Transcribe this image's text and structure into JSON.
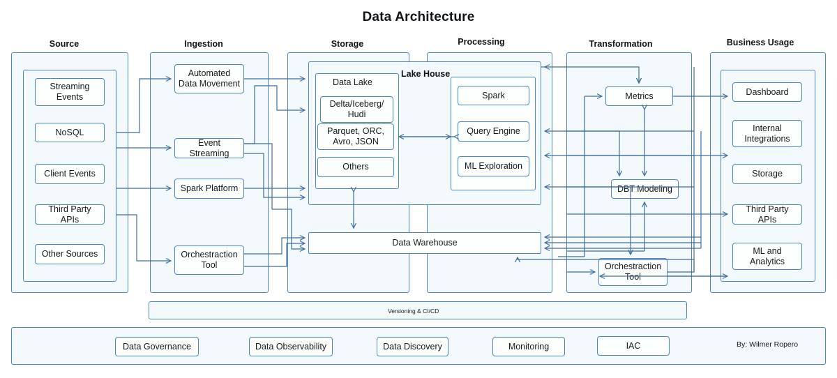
{
  "title": "Data Architecture",
  "credit": "By: Wilmer Ropero",
  "columns": [
    {
      "id": "source",
      "header": "Source",
      "items": [
        "Streaming Events",
        "NoSQL",
        "Client Events",
        "Third Party APIs",
        "Other Sources"
      ]
    },
    {
      "id": "ingestion",
      "header": "Ingestion",
      "items": [
        "Automated Data Movement",
        "Event Streaming",
        "Spark Platform",
        "Orchestraction Tool"
      ]
    },
    {
      "id": "storage",
      "header": "Storage",
      "items": [
        "Data Lake",
        "Delta/Iceberg/ Hudi",
        "Parquet, ORC, Avro, JSON",
        "Others"
      ]
    },
    {
      "id": "processing",
      "header": "Processing",
      "items": [
        "Spark",
        "Query Engine",
        "ML Exploration"
      ]
    },
    {
      "id": "transformation",
      "header": "Transformation",
      "items": [
        "Metrics",
        "DBT Modeling",
        "Orchestraction Tool"
      ]
    },
    {
      "id": "business_usage",
      "header": "Business Usage",
      "items": [
        "Dashboard",
        "Internal Integrations",
        "Storage",
        "Third Party APIs",
        "ML and Analytics"
      ]
    }
  ],
  "lakehouse": {
    "label": "Lake House",
    "data_lake_label": "Data Lake",
    "formats": [
      "Delta/Iceberg/ Hudi",
      "Parquet, ORC, Avro, JSON",
      "Others"
    ],
    "processing": [
      "Spark",
      "Query Engine",
      "ML Exploration"
    ]
  },
  "data_warehouse": {
    "label": "Data Warehouse"
  },
  "versioning_bar": {
    "label": "Versioning & CI/CD"
  },
  "foundation_bar": {
    "items": [
      "Data Governance",
      "Data Observability",
      "Data Discovery",
      "Monitoring",
      "IAC"
    ]
  },
  "colors": {
    "band_fill": "#f3f9fd",
    "node_fill": "#fdfefe",
    "border": "#4a86c5",
    "wire": "#3f6e9e",
    "text": "#16181b"
  }
}
